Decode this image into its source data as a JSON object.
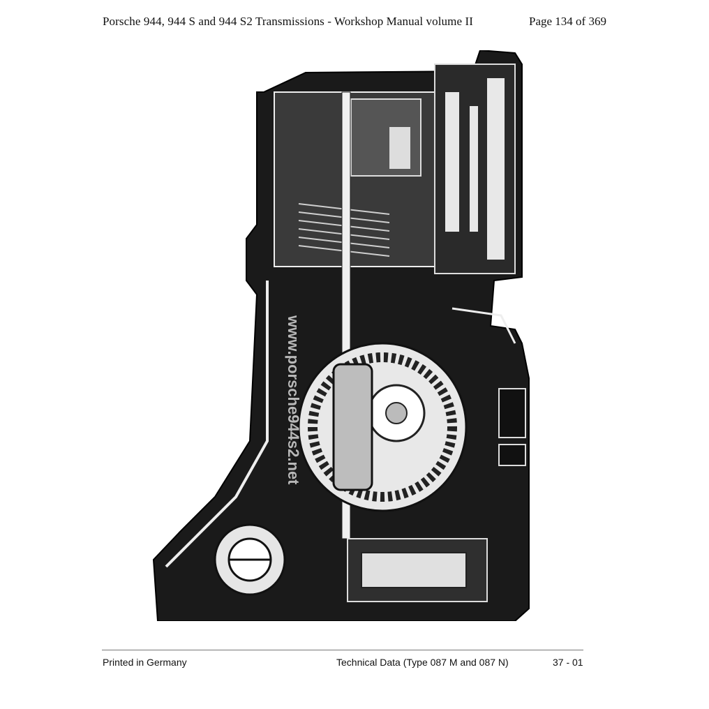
{
  "header": {
    "title": "Porsche 944, 944 S and 944 S2 Transmissions - Workshop Manual volume II",
    "page": "Page 134 of 369"
  },
  "figure": {
    "description_icon": "transmission-cutaway-drawing",
    "watermark": "www.porsche944s2.net"
  },
  "footer": {
    "left": "Printed in Germany",
    "center": "Technical Data (Type 087 M and 087 N)",
    "right": "37 - 01"
  }
}
